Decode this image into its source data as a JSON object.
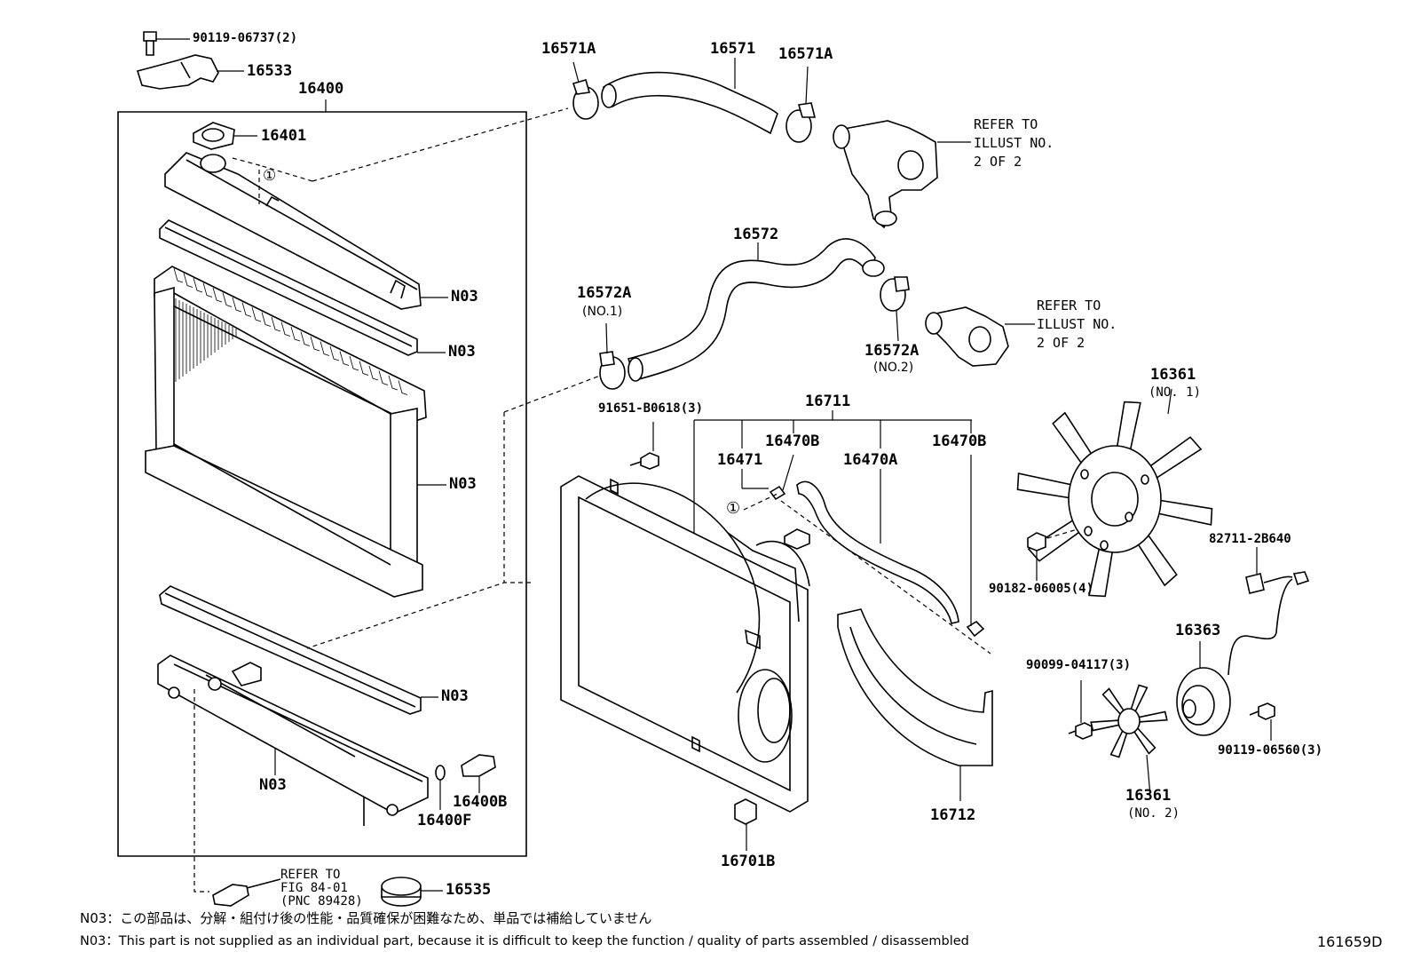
{
  "diagram": {
    "figure_id": "161659D",
    "labels": {
      "p90119_06737": "90119-06737(2)",
      "p16533": "16533",
      "p16400": "16400",
      "p16401": "16401",
      "c1_top": "①",
      "n03_a": "N03",
      "n03_b": "N03",
      "n03_c": "N03",
      "n03_d": "N03",
      "n03_e": "N03",
      "p16400B": "16400B",
      "p16400F": "16400F",
      "p16535": "16535",
      "p16571A_l": "16571A",
      "p16571": "16571",
      "p16571A_r": "16571A",
      "p16572": "16572",
      "p16572A_l": "16572A",
      "no1_a": "(NO.1)",
      "p16572A_r": "16572A",
      "no2_a": "(NO.2)",
      "p91651": "91651-B0618(3)",
      "p16711": "16711",
      "p16470B_l": "16470B",
      "p16471": "16471",
      "p16470A": "16470A",
      "p16470B_r": "16470B",
      "c1_mid": "①",
      "p16361_top": "16361",
      "no1_fan": "(NO. 1)",
      "p90182": "90182-06005(4)",
      "p82711": "82711-2B640",
      "p16363": "16363",
      "p90099": "90099-04117(3)",
      "p90119_06560": "90119-06560(3)",
      "p16361_bot": "16361",
      "no2_fan": "(NO. 2)",
      "p16712": "16712",
      "p16701B": "16701B"
    },
    "refs": {
      "ref_a": "REFER TO\nILLUST NO.\n2 OF 2",
      "ref_b": "REFER TO\nILLUST NO.\n2 OF 2",
      "ref_c": "REFER TO\nFIG 84-01\n(PNC 89428)"
    },
    "notes": {
      "jp": "N03：この部品は、分解・組付け後の性能・品質確保が困難なため、単品では補給していません",
      "en": "N03：This part is not supplied as an individual part, because it is difficult to keep the function / quality of parts assembled / disassembled"
    }
  }
}
